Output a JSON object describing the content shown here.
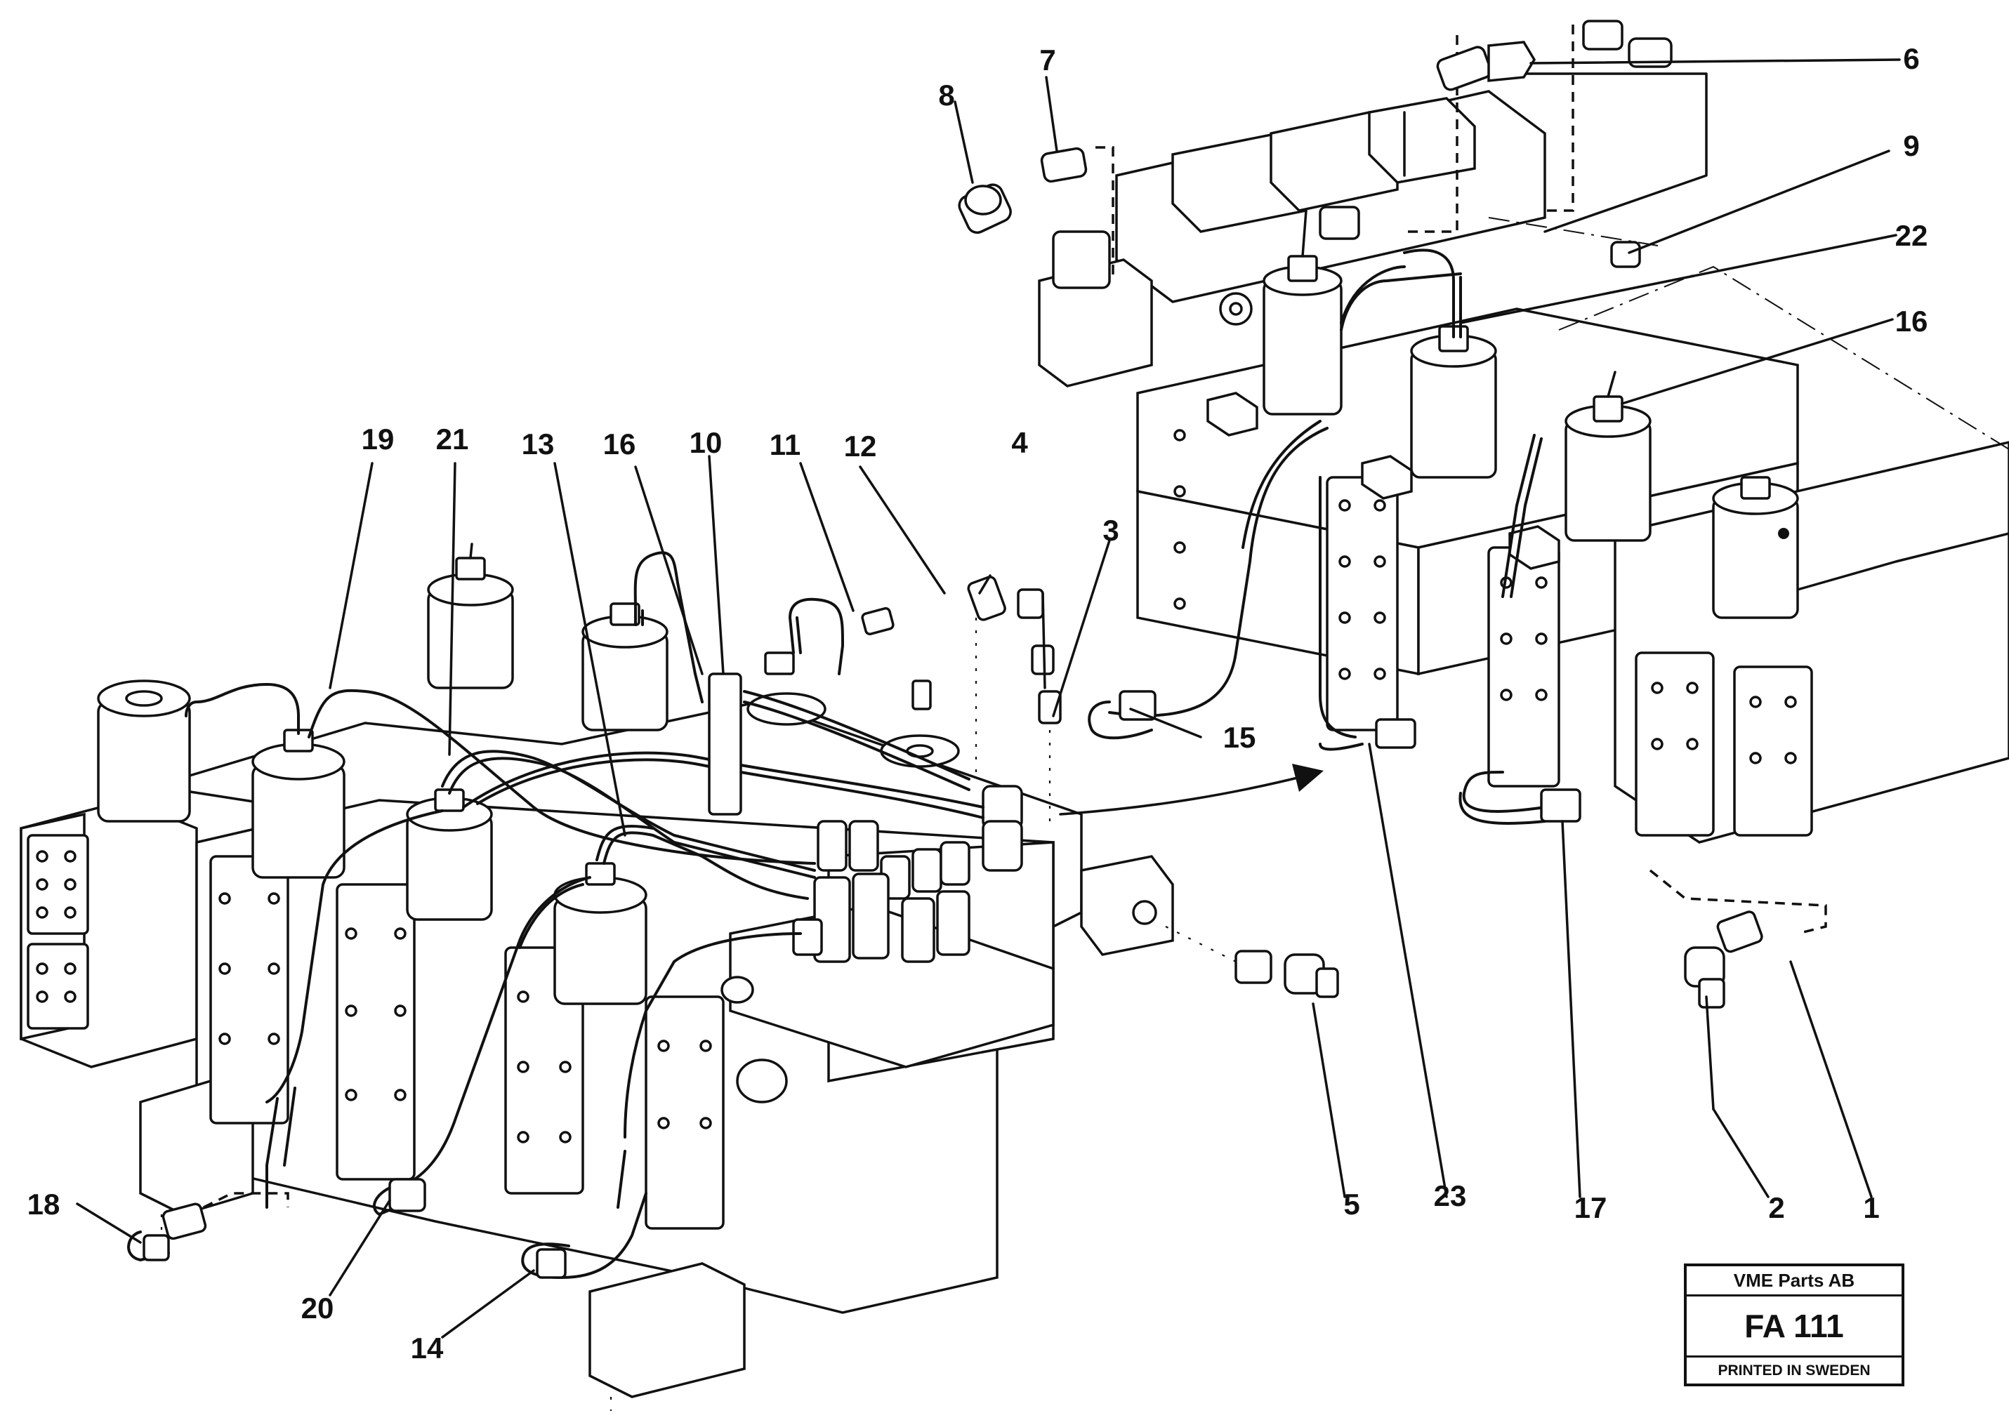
{
  "callouts": [
    {
      "id": "c1",
      "text": "1"
    },
    {
      "id": "c2",
      "text": "2"
    },
    {
      "id": "c3",
      "text": "3"
    },
    {
      "id": "c4",
      "text": "4"
    },
    {
      "id": "c5",
      "text": "5"
    },
    {
      "id": "c6",
      "text": "6"
    },
    {
      "id": "c7",
      "text": "7"
    },
    {
      "id": "c8",
      "text": "8"
    },
    {
      "id": "c9",
      "text": "9"
    },
    {
      "id": "c10",
      "text": "10"
    },
    {
      "id": "c11",
      "text": "11"
    },
    {
      "id": "c12",
      "text": "12"
    },
    {
      "id": "c13",
      "text": "13"
    },
    {
      "id": "c14",
      "text": "14"
    },
    {
      "id": "c15",
      "text": "15"
    },
    {
      "id": "c16a",
      "text": "16"
    },
    {
      "id": "c16b",
      "text": "16"
    },
    {
      "id": "c17",
      "text": "17"
    },
    {
      "id": "c18",
      "text": "18"
    },
    {
      "id": "c19",
      "text": "19"
    },
    {
      "id": "c20",
      "text": "20"
    },
    {
      "id": "c21",
      "text": "21"
    },
    {
      "id": "c22",
      "text": "22"
    },
    {
      "id": "c23",
      "text": "23"
    }
  ],
  "stamp": {
    "company": "VME Parts AB",
    "code": "FA 111",
    "printed": "PRINTED IN SWEDEN"
  }
}
